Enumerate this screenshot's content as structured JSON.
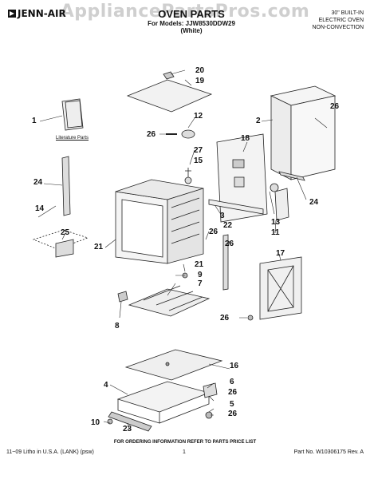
{
  "watermark": "AppliancePartsPros.com",
  "brand": "JENN-AIR",
  "header": {
    "title": "OVEN PARTS",
    "models": "For Models: JJW8530DDW29",
    "color": "(White)",
    "right_line1": "30\" BUILT-IN",
    "right_line2": "ELECTRIC OVEN",
    "right_line3": "NON-CONVECTION"
  },
  "literature_label": "Literature Parts",
  "callouts": {
    "c1": "1",
    "c2": "2",
    "c3": "3",
    "c4": "4",
    "c5": "5",
    "c6": "6",
    "c7": "7",
    "c8": "8",
    "c9": "9",
    "c10": "10",
    "c11": "11",
    "c12": "12",
    "c13": "13",
    "c14": "14",
    "c15": "15",
    "c16": "16",
    "c17": "17",
    "c18": "18",
    "c19": "19",
    "c20": "20",
    "c21a": "21",
    "c21b": "21",
    "c22": "22",
    "c23": "23",
    "c24a": "24",
    "c24b": "24",
    "c25": "25",
    "c26a": "26",
    "c26b": "26",
    "c26c": "26",
    "c26d": "26",
    "c26e": "26",
    "c26f": "26",
    "c26g": "26",
    "c27": "27"
  },
  "footer": {
    "order_info": "FOR ORDERING INFORMATION REFER TO PARTS PRICE LIST",
    "litho": "11~09 Litho in U.S.A. (LANK) (psw)",
    "page": "1",
    "part_no": "Part No. W10306175 Rev. A"
  }
}
